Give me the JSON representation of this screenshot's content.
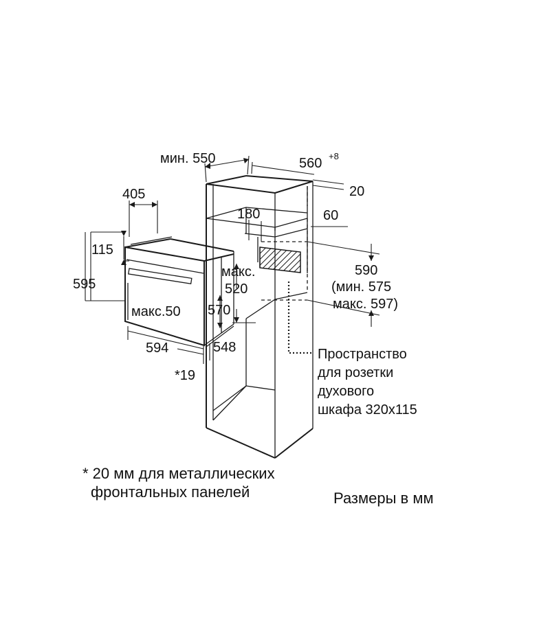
{
  "labels": {
    "min550": "мин. 550",
    "w560": "560",
    "w560_tol": "+8",
    "d20": "20",
    "d405": "405",
    "d180": "180",
    "d60": "60",
    "d115": "115",
    "d595": "595",
    "makc_top": "макс.",
    "d520": "520",
    "makc50": "макс.50",
    "d570": "570",
    "d590": "590",
    "min575": "(мин. 575",
    "max597": "макс. 597)",
    "d594": "594",
    "d548": "548",
    "star19": "*19"
  },
  "socket_note": [
    "Пространство",
    "для розетки",
    "духового",
    "шкафа 320x115"
  ],
  "footnote": [
    "* 20 мм для металлических",
    "фронтальных панелей"
  ],
  "units": "Размеры в мм"
}
